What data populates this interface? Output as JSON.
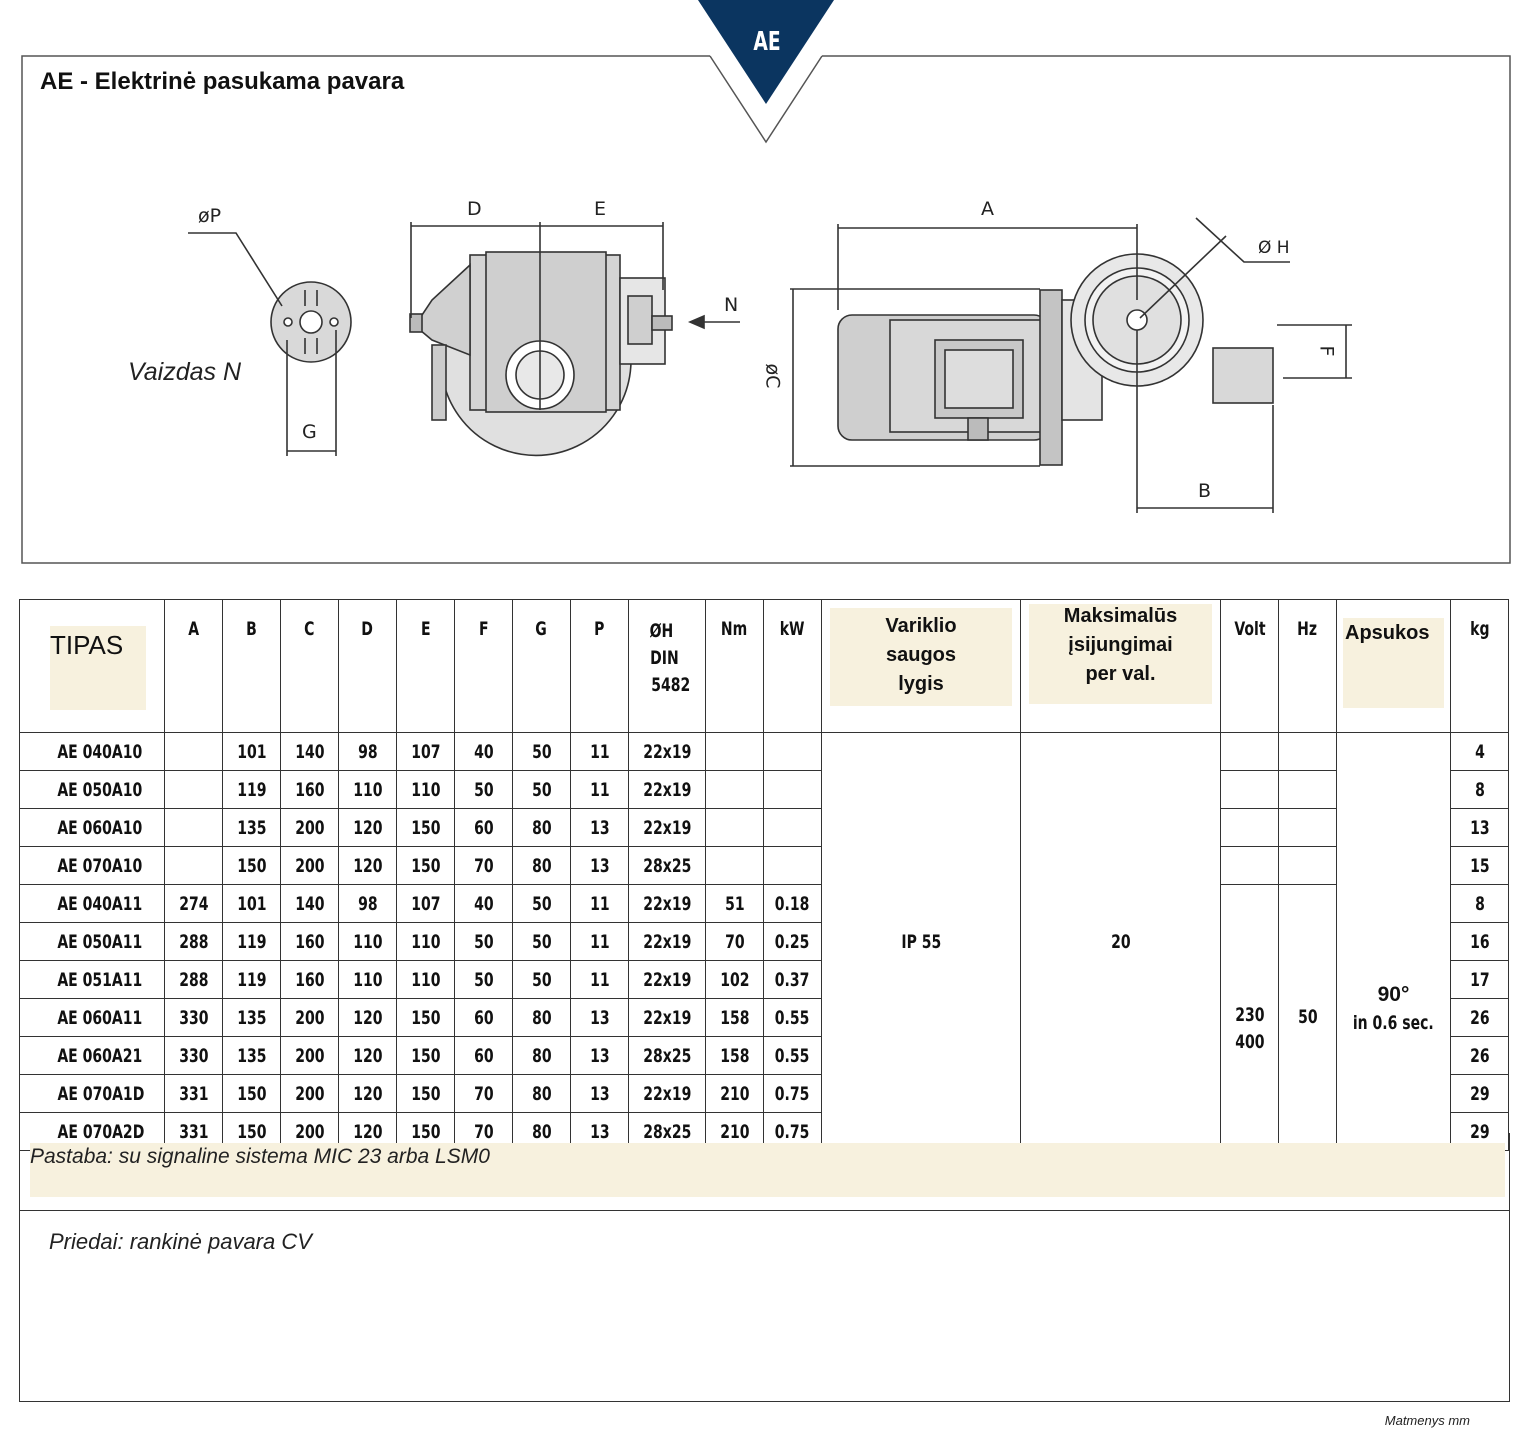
{
  "badge": {
    "label": "AE",
    "color": "#0b3560"
  },
  "title": "AE - Elektrinė pasukama pavara",
  "drawing": {
    "view_caption": "Vaizdas N",
    "labels": {
      "p": "øP",
      "g": "G",
      "d": "D",
      "e": "E",
      "n": "N",
      "a": "A",
      "h": "Ø H",
      "c": "øC",
      "f": "F",
      "b": "B"
    }
  },
  "table": {
    "headers": {
      "tipas": "TIPAS",
      "a": "A",
      "b": "B",
      "c": "C",
      "d": "D",
      "e": "E",
      "f": "F",
      "g": "G",
      "p": "P",
      "oh_1": "ØH",
      "oh_2": "DIN",
      "oh_3": "5482",
      "nm": "Nm",
      "kw": "kW",
      "variklio_1": "Variklio",
      "variklio_2": "saugos",
      "variklio_3": "lygis",
      "maks_1": "Maksimalūs",
      "maks_2": "įsijungimai",
      "maks_3": "per val.",
      "volt": "Volt",
      "hz": "Hz",
      "apsukos": "Apsukos",
      "kg": "kg"
    },
    "rows": [
      {
        "tipas": "AE 040A10",
        "a": "",
        "b": "101",
        "c": "140",
        "d": "98",
        "e": "107",
        "f": "40",
        "g": "50",
        "p": "11",
        "oh": "22x19",
        "nm": "",
        "kw": "",
        "kg": "4"
      },
      {
        "tipas": "AE 050A10",
        "a": "",
        "b": "119",
        "c": "160",
        "d": "110",
        "e": "110",
        "f": "50",
        "g": "50",
        "p": "11",
        "oh": "22x19",
        "nm": "",
        "kw": "",
        "kg": "8"
      },
      {
        "tipas": "AE 060A10",
        "a": "",
        "b": "135",
        "c": "200",
        "d": "120",
        "e": "150",
        "f": "60",
        "g": "80",
        "p": "13",
        "oh": "22x19",
        "nm": "",
        "kw": "",
        "kg": "13"
      },
      {
        "tipas": "AE 070A10",
        "a": "",
        "b": "150",
        "c": "200",
        "d": "120",
        "e": "150",
        "f": "70",
        "g": "80",
        "p": "13",
        "oh": "28x25",
        "nm": "",
        "kw": "",
        "kg": "15"
      },
      {
        "tipas": "AE 040A11",
        "a": "274",
        "b": "101",
        "c": "140",
        "d": "98",
        "e": "107",
        "f": "40",
        "g": "50",
        "p": "11",
        "oh": "22x19",
        "nm": "51",
        "kw": "0.18",
        "kg": "8"
      },
      {
        "tipas": "AE 050A11",
        "a": "288",
        "b": "119",
        "c": "160",
        "d": "110",
        "e": "110",
        "f": "50",
        "g": "50",
        "p": "11",
        "oh": "22x19",
        "nm": "70",
        "kw": "0.25",
        "kg": "16"
      },
      {
        "tipas": "AE 051A11",
        "a": "288",
        "b": "119",
        "c": "160",
        "d": "110",
        "e": "110",
        "f": "50",
        "g": "50",
        "p": "11",
        "oh": "22x19",
        "nm": "102",
        "kw": "0.37",
        "kg": "17"
      },
      {
        "tipas": "AE 060A11",
        "a": "330",
        "b": "135",
        "c": "200",
        "d": "120",
        "e": "150",
        "f": "60",
        "g": "80",
        "p": "13",
        "oh": "22x19",
        "nm": "158",
        "kw": "0.55",
        "kg": "26"
      },
      {
        "tipas": "AE 060A21",
        "a": "330",
        "b": "135",
        "c": "200",
        "d": "120",
        "e": "150",
        "f": "60",
        "g": "80",
        "p": "13",
        "oh": "28x25",
        "nm": "158",
        "kw": "0.55",
        "kg": "26"
      },
      {
        "tipas": "AE 070A1D",
        "a": "331",
        "b": "150",
        "c": "200",
        "d": "120",
        "e": "150",
        "f": "70",
        "g": "80",
        "p": "13",
        "oh": "22x19",
        "nm": "210",
        "kw": "0.75",
        "kg": "29"
      },
      {
        "tipas": "AE 070A2D",
        "a": "331",
        "b": "150",
        "c": "200",
        "d": "120",
        "e": "150",
        "f": "70",
        "g": "80",
        "p": "13",
        "oh": "28x25",
        "nm": "210",
        "kw": "0.75",
        "kg": "29"
      }
    ],
    "merged": {
      "variklio": "IP 55",
      "maks": "20",
      "volt_1": "230",
      "volt_2": "400",
      "hz": "50",
      "apsukos_1": "90°",
      "apsukos_2": "in 0.6 sec."
    }
  },
  "notes": {
    "pastaba": "Pastaba: su signaline sistema MIC 23 arba LSM0",
    "priedai": "Priedai: rankinė pavara CV",
    "units": "Matmenys mm"
  }
}
